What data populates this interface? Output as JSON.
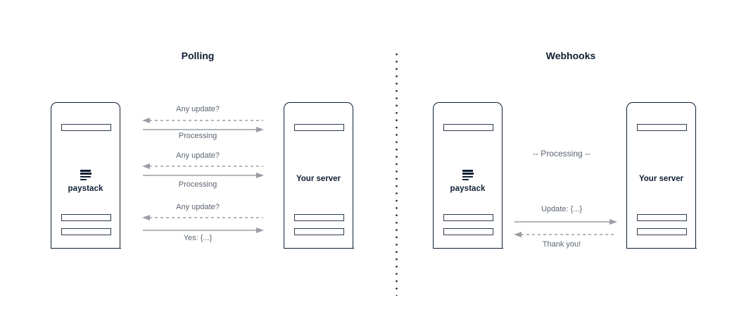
{
  "polling": {
    "title": "Polling",
    "left_server": {
      "logo_icon": "paystack-logo-icon",
      "label": "paystack"
    },
    "right_server": {
      "label": "Your server"
    },
    "messages": [
      {
        "label": "Any update?",
        "direction": "to-left",
        "style": "dashed"
      },
      {
        "label": "Processing",
        "direction": "to-right",
        "style": "solid"
      },
      {
        "label": "Any update?",
        "direction": "to-left",
        "style": "dashed"
      },
      {
        "label": "Processing",
        "direction": "to-right",
        "style": "solid"
      },
      {
        "label": "Any update?",
        "direction": "to-left",
        "style": "dashed"
      },
      {
        "label": "Yes: {...}",
        "direction": "to-right",
        "style": "solid"
      }
    ]
  },
  "webhooks": {
    "title": "Webhooks",
    "left_server": {
      "logo_icon": "paystack-logo-icon",
      "label": "paystack"
    },
    "right_server": {
      "label": "Your server"
    },
    "status": "-- Processing --",
    "messages": [
      {
        "label": "Update: {...}",
        "direction": "to-right",
        "style": "solid"
      },
      {
        "label": "Thank you!",
        "direction": "to-left",
        "style": "dashed"
      }
    ]
  },
  "colors": {
    "ink": "#0f1f33",
    "arrow": "#9a9ea4",
    "message_text": "#5b6470"
  }
}
